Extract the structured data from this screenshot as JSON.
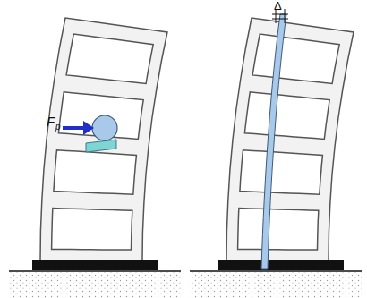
{
  "diagram": {
    "labels": [
      "F",
      "p",
      "Δ"
    ]
  }
}
